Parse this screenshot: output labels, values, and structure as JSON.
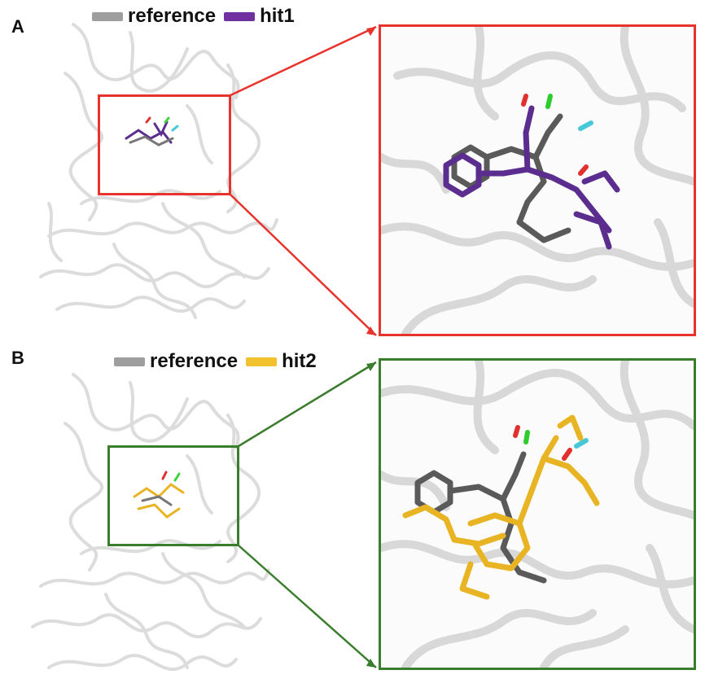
{
  "panels": [
    {
      "label": "A",
      "legend": [
        {
          "name": "reference",
          "color": "#9e9e9e"
        },
        {
          "name": "hit1",
          "color": "#7030a0"
        }
      ],
      "highlight_color": "#e8322c",
      "ligand_color": "#5b2d8e"
    },
    {
      "label": "B",
      "legend": [
        {
          "name": "reference",
          "color": "#9e9e9e"
        },
        {
          "name": "hit2",
          "color": "#f2c12e"
        }
      ],
      "highlight_color": "#3a7d2c",
      "ligand_color": "#e8b424"
    }
  ],
  "colors": {
    "protein": "#e4e4e4",
    "protein_edge": "#c9c9c9",
    "reference_ligand": "#5a5a5a"
  }
}
